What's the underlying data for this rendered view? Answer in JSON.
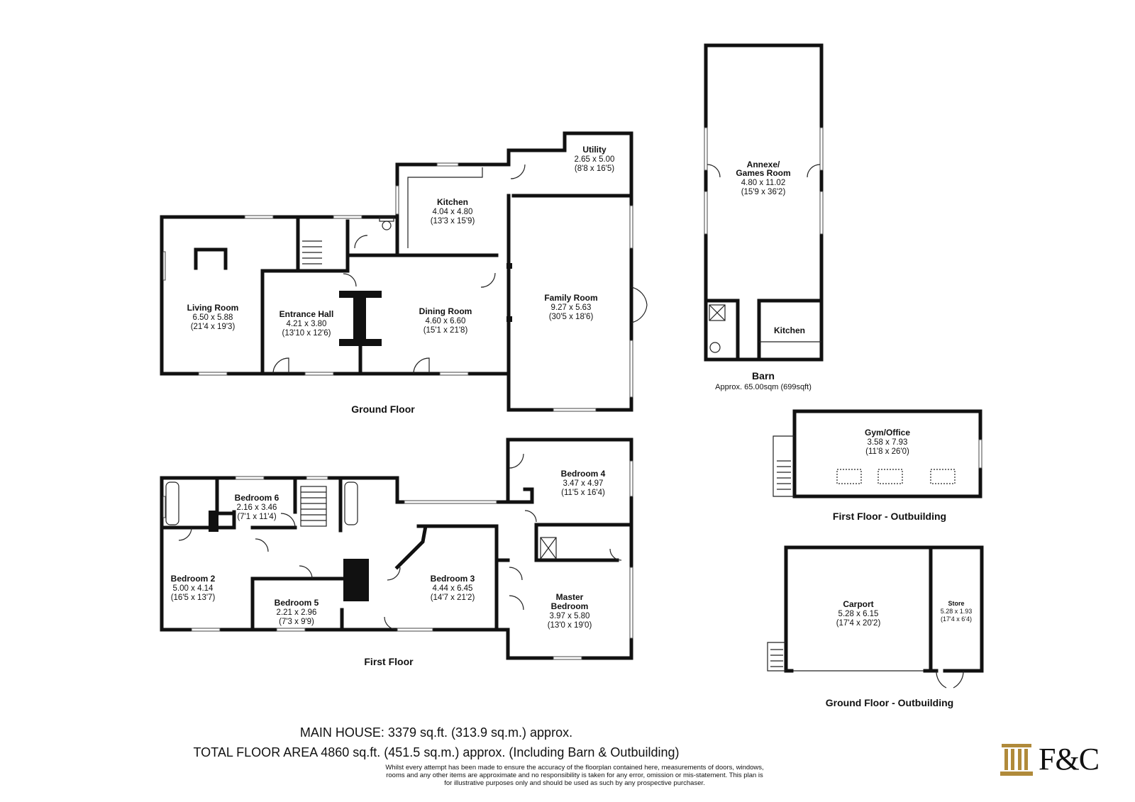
{
  "rooms": {
    "living": {
      "name": "Living Room",
      "dims": "6.50 x 5.88",
      "imperial": "(21'4 x 19'3)"
    },
    "entrance": {
      "name": "Entrance Hall",
      "dims": "4.21 x 3.80",
      "imperial": "(13'10 x 12'6)"
    },
    "dining": {
      "name": "Dining Room",
      "dims": "4.60 x 6.60",
      "imperial": "(15'1 x 21'8)"
    },
    "kitchen": {
      "name": "Kitchen",
      "dims": "4.04 x 4.80",
      "imperial": "(13'3 x 15'9)"
    },
    "utility": {
      "name": "Utility",
      "dims": "2.65 x 5.00",
      "imperial": "(8'8 x 16'5)"
    },
    "family": {
      "name": "Family Room",
      "dims": "9.27 x 5.63",
      "imperial": "(30'5 x 18'6)"
    },
    "annexe": {
      "name1": "Annexe/",
      "name2": "Games Room",
      "dims": "4.80 x 11.02",
      "imperial": "(15'9 x 36'2)"
    },
    "barn_kitchen": {
      "name": "Kitchen"
    },
    "bedroom6": {
      "name": "Bedroom 6",
      "dims": "2.16 x 3.46",
      "imperial": "(7'1 x 11'4)"
    },
    "bedroom4": {
      "name": "Bedroom 4",
      "dims": "3.47 x 4.97",
      "imperial": "(11'5 x 16'4)"
    },
    "bedroom2": {
      "name": "Bedroom 2",
      "dims": "5.00 x 4.14",
      "imperial": "(16'5 x 13'7)"
    },
    "bedroom5": {
      "name": "Bedroom 5",
      "dims": "2.21 x 2.96",
      "imperial": "(7'3 x 9'9)"
    },
    "bedroom3": {
      "name": "Bedroom 3",
      "dims": "4.44 x 6.45",
      "imperial": "(14'7 x 21'2)"
    },
    "master": {
      "name1": "Master",
      "name2": "Bedroom",
      "dims": "3.97 x 5.80",
      "imperial": "(13'0 x 19'0)"
    },
    "gym": {
      "name": "Gym/Office",
      "dims": "3.58 x 7.93",
      "imperial": "(11'8 x 26'0)"
    },
    "carport": {
      "name": "Carport",
      "dims": "5.28 x 6.15",
      "imperial": "(17'4 x 20'2)"
    },
    "store": {
      "name": "Store",
      "dims": "5.28 x 1.93",
      "imperial": "(17'4 x 6'4)"
    }
  },
  "floors": {
    "ground": "Ground Floor",
    "first": "First Floor",
    "barn_title": "Barn",
    "barn_area": "Approx. 65.00sqm (699sqft)",
    "first_outbuilding": "First Floor - Outbuilding",
    "ground_outbuilding": "Ground Floor - Outbuilding"
  },
  "summary": {
    "main_house": "MAIN HOUSE: 3379 sq.ft. (313.9 sq.m.) approx.",
    "total": "TOTAL FLOOR AREA 4860 sq.ft. (451.5 sq.m.) approx. (Including Barn & Outbuilding)"
  },
  "disclaimer": "Whilst every attempt has been made to ensure the accuracy of the floorplan contained here, measurements of doors, windows, rooms and any other items are approximate and no responsibility is taken for any error, omission or mis-statement. This plan is for illustrative purposes only and should be used as such by any prospective purchaser.",
  "logo": {
    "text": "F&C",
    "icon": "column-pillar-icon"
  }
}
